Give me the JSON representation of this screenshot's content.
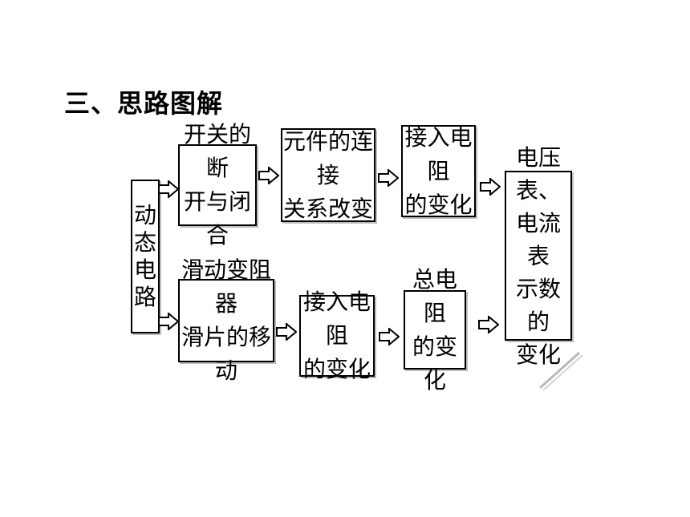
{
  "title": "三、思路图解",
  "nodes": {
    "root": "动\n态\n电\n路",
    "switch": "开关的断\n开与闭合",
    "connection": "元件的连接\n关系改变",
    "resistance_top": "接入电阻\n的变化",
    "slider": "滑动变阻器\n滑片的移动",
    "resistance_bottom": "接入电阻\n的变化",
    "total_resistance": "总电阻\n的变化",
    "result": "电压表、\n电流表\n示数的\n变化"
  }
}
